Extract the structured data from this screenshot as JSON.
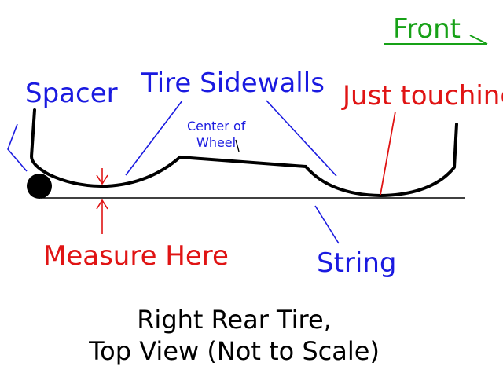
{
  "colors": {
    "black": "#000000",
    "blue": "#1a1ae0",
    "red": "#e01414",
    "green": "#17a117",
    "string_line": "#000000"
  },
  "labels": {
    "front": "Front",
    "spacer": "Spacer",
    "tire_sidewalls": "Tire Sidewalls",
    "just_touching": "Just touching",
    "center_of_wheel_line1": "Center of",
    "center_of_wheel_line2": "Wheel",
    "measure_here": "Measure Here",
    "string": "String",
    "caption_line1": "Right Rear Tire,",
    "caption_line2": "Top View (Not to Scale)"
  }
}
